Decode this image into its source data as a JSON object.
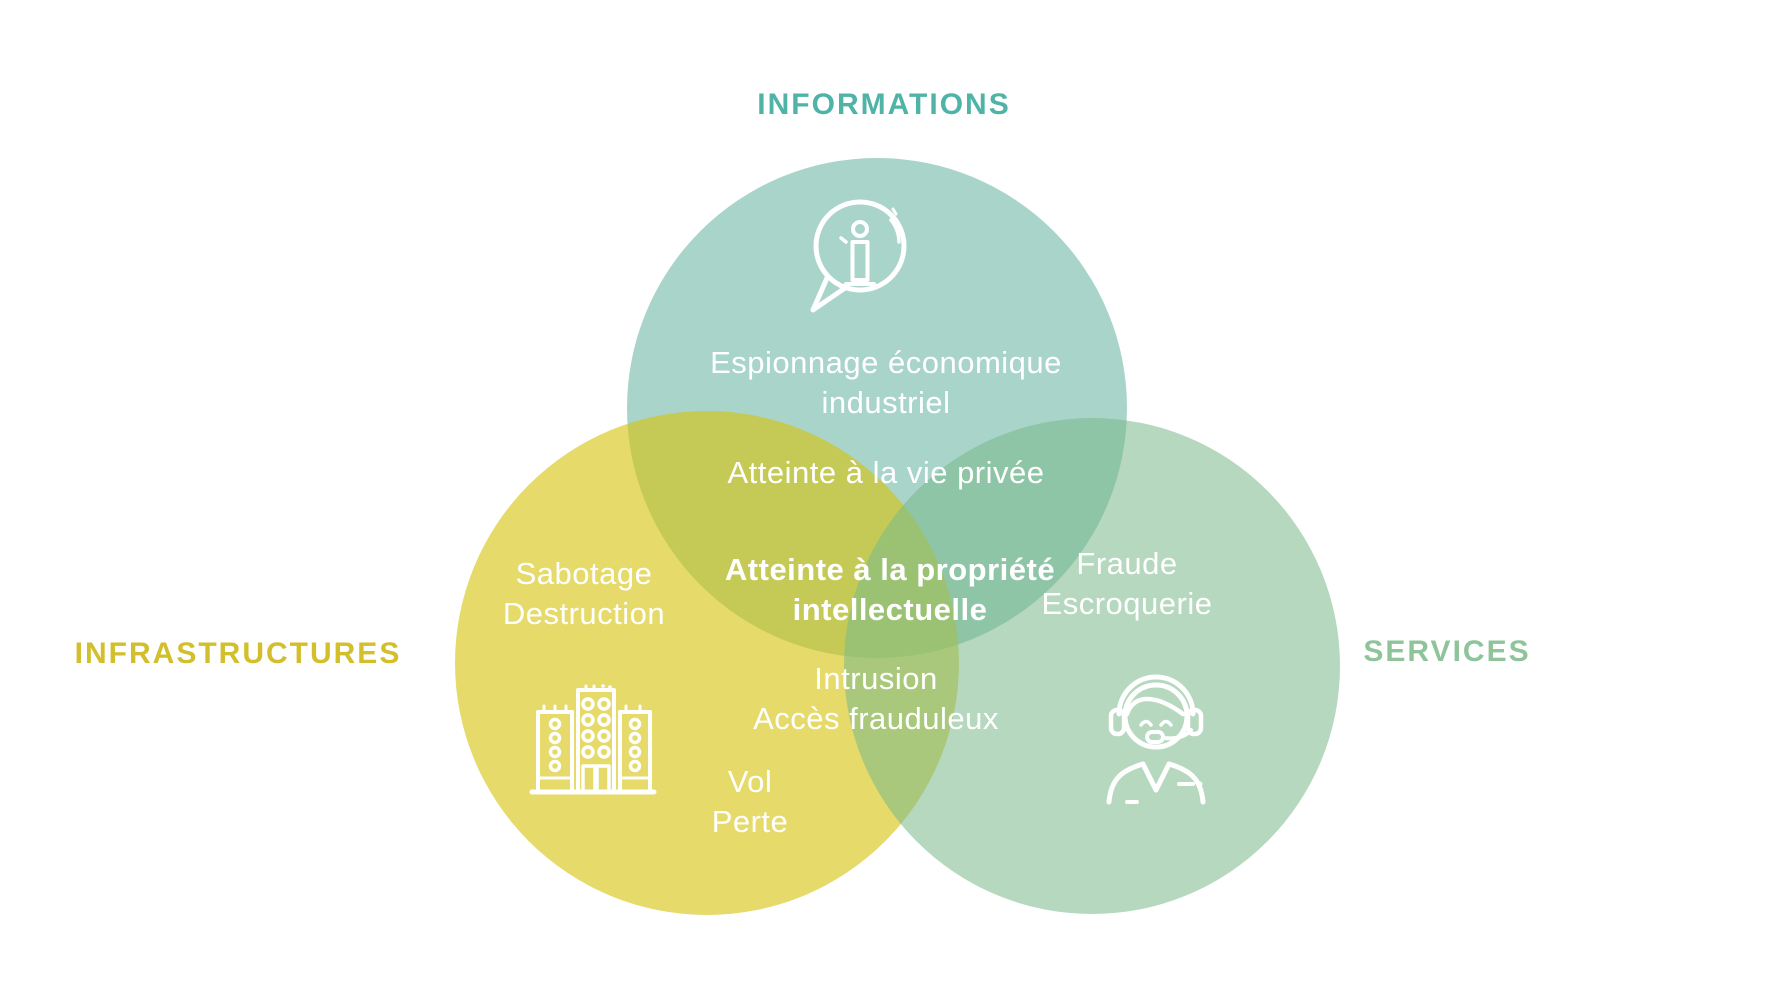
{
  "colors": {
    "informations_accent": "#4FB3A7",
    "infrastructures_accent": "#D2BF2B",
    "services_accent": "#8FC49B",
    "circle_informations_fill": "#A9D4CA",
    "circle_infrastructures_fill": "#E5DA6B",
    "circle_services_fill": "#B6D8BF",
    "overlap_informations_infrastructures": "#C5C75E",
    "overlap_informations_services": "#8FC5A7",
    "overlap_infrastructures_services": "#AAC77D",
    "overlap_center": "#9BC074",
    "text_on_circles": "#FFFFFF"
  },
  "labels": {
    "top": "INFORMATIONS",
    "left": "INFRASTRUCTURES",
    "right": "SERVICES"
  },
  "regions": {
    "informations": {
      "lines": [
        "Espionnage économique",
        "industriel"
      ]
    },
    "informations_overlap_band": {
      "lines": [
        "Atteinte à la vie privée"
      ]
    },
    "center_all_three": {
      "lines": [
        "Atteinte à la propriété",
        "intellectuelle"
      ]
    },
    "infrastructures": {
      "lines": [
        "Sabotage",
        "Destruction"
      ]
    },
    "infrastructures_bottom": {
      "lines": [
        "Vol",
        "Perte"
      ]
    },
    "infrastructures_services_overlap": {
      "lines": [
        "Intrusion",
        "Accès frauduleux"
      ]
    },
    "services": {
      "lines": [
        "Fraude",
        "Escroquerie"
      ]
    }
  },
  "icons": {
    "informations": "info-speech-bubble",
    "infrastructures": "buildings",
    "services": "support-agent-headset"
  }
}
